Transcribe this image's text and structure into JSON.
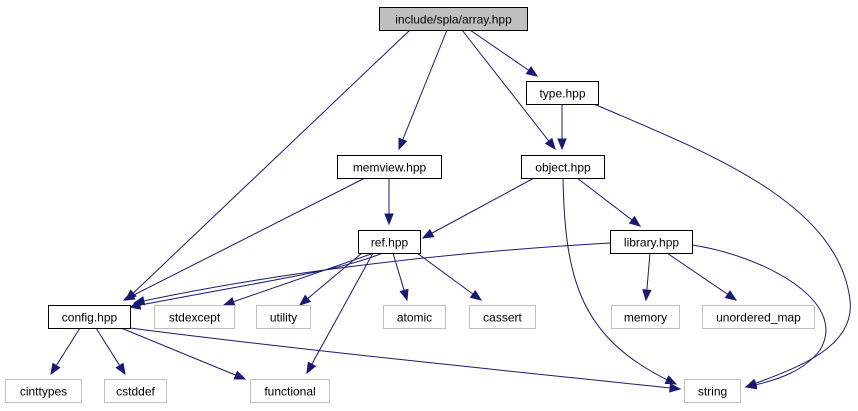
{
  "diagram": {
    "title": "include/spla/array.hpp",
    "type": "include-dependency-graph",
    "colors": {
      "edge": "#191970",
      "main_fill": "#bfbfbf",
      "internal_border": "#000000",
      "external_border": "#bfbfbf"
    },
    "nodes": [
      {
        "id": "array",
        "label": "include/spla/array.hpp",
        "kind": "main"
      },
      {
        "id": "type",
        "label": "type.hpp",
        "kind": "internal"
      },
      {
        "id": "memview",
        "label": "memview.hpp",
        "kind": "internal"
      },
      {
        "id": "object",
        "label": "object.hpp",
        "kind": "internal"
      },
      {
        "id": "ref",
        "label": "ref.hpp",
        "kind": "internal"
      },
      {
        "id": "library",
        "label": "library.hpp",
        "kind": "internal"
      },
      {
        "id": "config",
        "label": "config.hpp",
        "kind": "internal"
      },
      {
        "id": "stdexcept",
        "label": "stdexcept",
        "kind": "external"
      },
      {
        "id": "utility",
        "label": "utility",
        "kind": "external"
      },
      {
        "id": "atomic",
        "label": "atomic",
        "kind": "external"
      },
      {
        "id": "cassert",
        "label": "cassert",
        "kind": "external"
      },
      {
        "id": "memory",
        "label": "memory",
        "kind": "external"
      },
      {
        "id": "unordered_map",
        "label": "unordered_map",
        "kind": "external"
      },
      {
        "id": "cinttypes",
        "label": "cinttypes",
        "kind": "external"
      },
      {
        "id": "cstddef",
        "label": "cstddef",
        "kind": "external"
      },
      {
        "id": "functional",
        "label": "functional",
        "kind": "external"
      },
      {
        "id": "string",
        "label": "string",
        "kind": "external"
      }
    ],
    "edges": [
      {
        "from": "array",
        "to": "config"
      },
      {
        "from": "array",
        "to": "memview"
      },
      {
        "from": "array",
        "to": "object"
      },
      {
        "from": "array",
        "to": "type"
      },
      {
        "from": "type",
        "to": "object"
      },
      {
        "from": "type",
        "to": "string"
      },
      {
        "from": "memview",
        "to": "config"
      },
      {
        "from": "memview",
        "to": "ref"
      },
      {
        "from": "object",
        "to": "ref"
      },
      {
        "from": "object",
        "to": "library"
      },
      {
        "from": "object",
        "to": "string"
      },
      {
        "from": "ref",
        "to": "config"
      },
      {
        "from": "ref",
        "to": "stdexcept"
      },
      {
        "from": "ref",
        "to": "utility"
      },
      {
        "from": "ref",
        "to": "atomic"
      },
      {
        "from": "ref",
        "to": "cassert"
      },
      {
        "from": "ref",
        "to": "functional"
      },
      {
        "from": "library",
        "to": "config"
      },
      {
        "from": "library",
        "to": "memory"
      },
      {
        "from": "library",
        "to": "unordered_map"
      },
      {
        "from": "library",
        "to": "string"
      },
      {
        "from": "config",
        "to": "cinttypes"
      },
      {
        "from": "config",
        "to": "cstddef"
      },
      {
        "from": "config",
        "to": "functional"
      },
      {
        "from": "config",
        "to": "string"
      }
    ]
  }
}
